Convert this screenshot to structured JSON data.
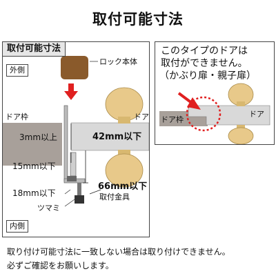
{
  "title": "取付可能寸法",
  "left_panel": {
    "heading": "取付可能寸法",
    "outside_label": "外側",
    "inside_label": "内側",
    "lock_body_label": "ロック本体",
    "door_frame_label": "ドア枠",
    "door_label": "ドア",
    "dim_3mm_label": "3mm以上",
    "dim_42mm_label": "42mm以下",
    "dim_15mm_label": "15mm以下",
    "dim_66mm_label": "66mm以下",
    "dim_18mm_label": "18mm以下",
    "bracket_label": "取付金具",
    "knob_label": "ツマミ"
  },
  "right_panel": {
    "message_line1": "このタイプのドアは",
    "message_line2": "取付ができません。",
    "message_line3": "（かぶり扉・親子扉）",
    "door_frame_label": "ドア枠",
    "door_label": "ドア"
  },
  "notice": {
    "line1": "取り付け可能寸法に一致しない場合は取り付けできません。",
    "line2": "必ずご確認をお願いします。"
  },
  "colors": {
    "door_frame": "#a8a09a",
    "door": "#d9d9d9",
    "lock_body": "#8a5a2b",
    "knob": "#e8c98a",
    "accent_red": "#e02020",
    "panel_heading_bg": "#e6e6e6"
  }
}
